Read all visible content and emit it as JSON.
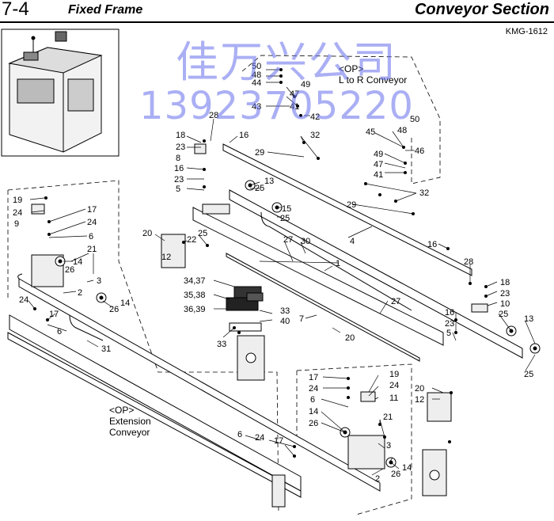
{
  "header": {
    "section_number": "7-4",
    "section_title": "Fixed Frame",
    "section_name": "Conveyor Section",
    "model_code": "KMG-1612"
  },
  "watermark": {
    "company": "佳万兴公司",
    "phone": "13923705220"
  },
  "captions": {
    "lr_op": "<OP>",
    "lr_text": "L to R Conveyor",
    "ext_op": "<OP>",
    "ext_line1": "Extension",
    "ext_line2": "Conveyor"
  },
  "callouts": [
    "50",
    "48",
    "44",
    "49",
    "47",
    "43",
    "41",
    "42",
    "28",
    "18",
    "23",
    "8",
    "16",
    "32",
    "29",
    "45",
    "48",
    "50",
    "49",
    "47",
    "41",
    "46",
    "16",
    "23",
    "5",
    "13",
    "25",
    "15",
    "25",
    "32",
    "29",
    "19",
    "24",
    "9",
    "17",
    "24",
    "6",
    "20",
    "22",
    "25",
    "27",
    "30",
    "4",
    "16",
    "28",
    "12",
    "21",
    "14",
    "26",
    "3",
    "2",
    "26",
    "14",
    "1",
    "34,37",
    "35,38",
    "36,39",
    "33",
    "40",
    "33",
    "7",
    "20",
    "27",
    "18",
    "23",
    "10",
    "25",
    "13",
    "16",
    "23",
    "5",
    "25",
    "24",
    "17",
    "6",
    "31",
    "17",
    "19",
    "24",
    "24",
    "11",
    "6",
    "20",
    "12",
    "14",
    "21",
    "26",
    "3",
    "2",
    "26",
    "14",
    "6",
    "24",
    "17"
  ]
}
